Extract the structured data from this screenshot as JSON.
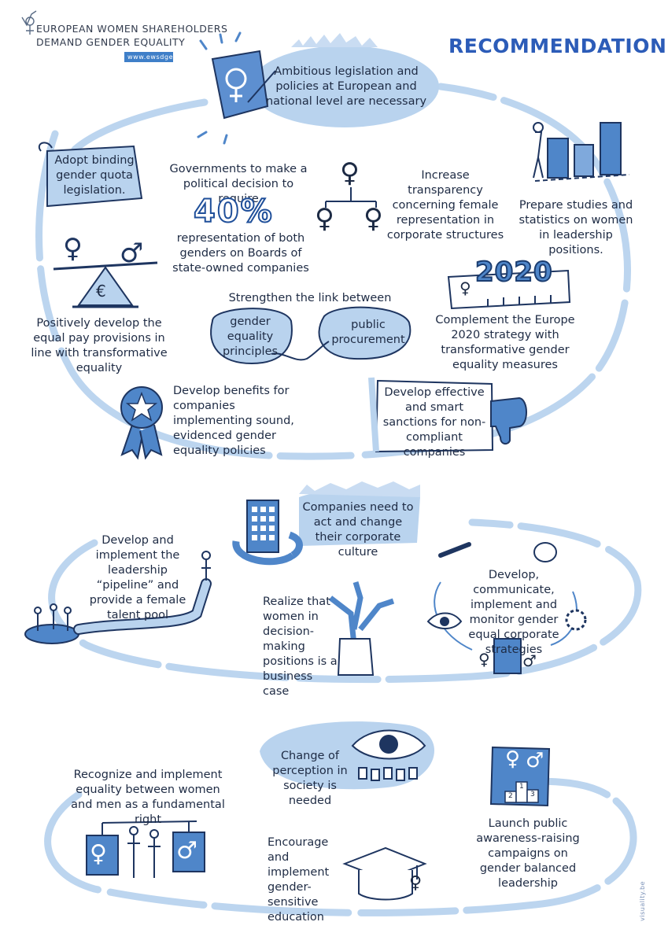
{
  "header": {
    "org_line1": "EUROPEAN WOMEN SHAREHOLDERS",
    "org_line2": "DEMAND GENDER EQUALITY",
    "url": "www.ewsdge.eu",
    "title": "RECOMMENDATIONS"
  },
  "section1": {
    "legislation": "Ambitious legislation and policies at European and national level are necessary",
    "quota": "Adopt binding gender quota legislation.",
    "governments_top": "Governments to make a political decision to require",
    "percent": "40%",
    "governments_bottom": "representation of both genders on Boards of state-owned companies",
    "transparency": "Increase transparency concerning female representation in corporate structures",
    "studies": "Prepare studies and statistics on women in leadership positions.",
    "equal_pay": "Positively develop the equal pay provisions in line with transformative equality",
    "link_title": "Strengthen the link between",
    "link_left": "gender equality principles",
    "link_right": "public procurement",
    "year": "2020",
    "europe2020": "Complement the Europe 2020 strategy with transformative gender equality measures",
    "benefits": "Develop benefits for companies implementing sound, evidenced gender equality policies",
    "sanctions": "Develop effective and smart sanctions for non-compliant companies",
    "euro_symbol": "€"
  },
  "section2": {
    "companies": "Companies need to act and change their corporate culture",
    "pipeline": "Develop and implement the leadership “pipeline” and provide a female talent pool",
    "business_case": "Realize that women in decision-making positions is a business case",
    "strategies": "Develop, communicate, implement and monitor gender equal corporate strategies"
  },
  "section3": {
    "perception": "Change of perception in society is needed",
    "fundamental": "Recognize and implement equality between women and men as a fundamental right",
    "education": "Encourage and implement gender-sensitive education",
    "campaigns": "Launch public awareness-raising campaigns on gender balanced leadership",
    "podium_1": "1",
    "podium_2": "2",
    "podium_3": "3"
  },
  "footer": {
    "credit": "visuality.be"
  },
  "icons": {
    "female": "♀",
    "male": "♂"
  },
  "colors": {
    "accent": "#2c5cb8",
    "light_blue": "#b9d3ee",
    "mid_blue": "#4f86c9",
    "ink": "#1c2a44"
  }
}
